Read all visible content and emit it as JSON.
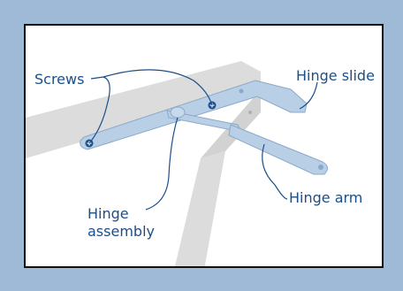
{
  "labels": {
    "screws": "Screws",
    "hinge_slide": "Hinge slide",
    "hinge_assembly_line1": "Hinge",
    "hinge_assembly_line2": "assembly",
    "hinge_arm": "Hinge arm"
  },
  "colors": {
    "frame_background": "#9fbad6",
    "panel_border": "#111111",
    "label_text": "#1a4f8a",
    "window_frame_gray": "#dcdcdc",
    "hinge_metal": "#b9cfe6",
    "hinge_outline": "#8aa9c9",
    "leader_line": "#1a4f8a"
  }
}
